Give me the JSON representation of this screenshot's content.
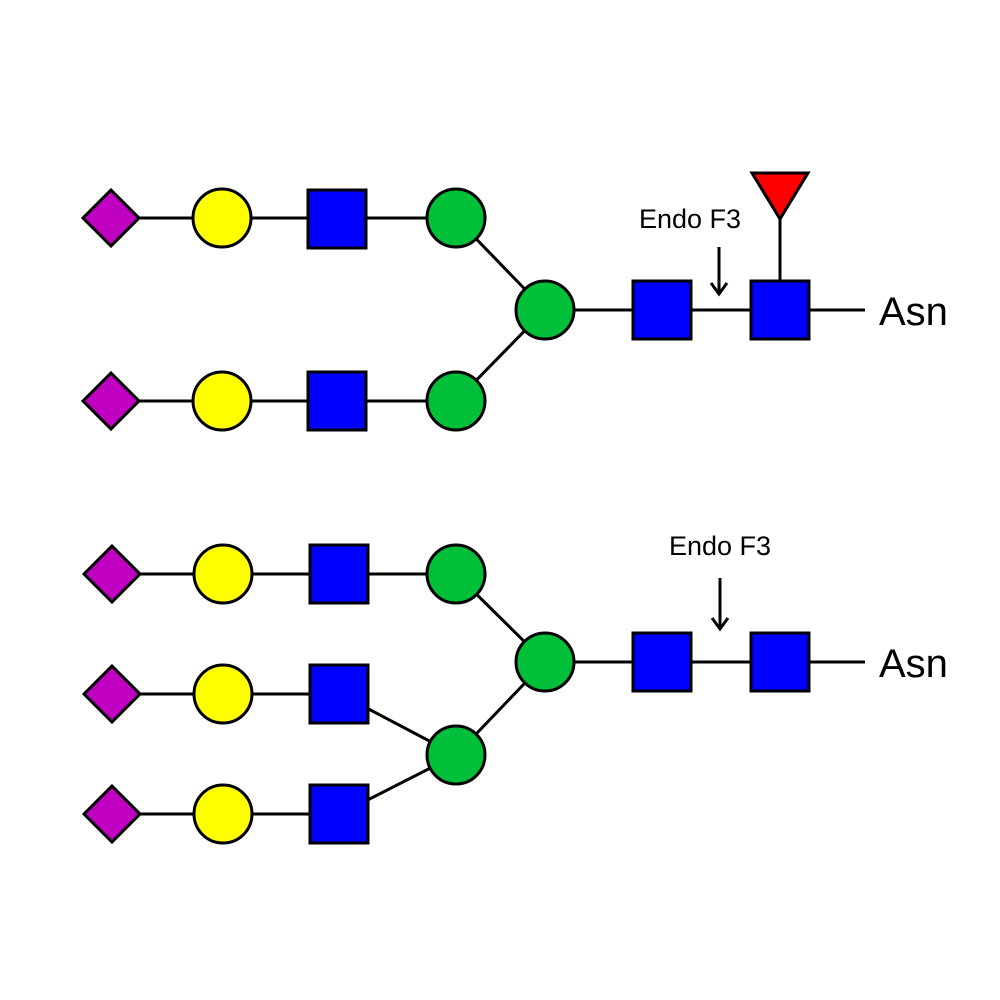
{
  "colors": {
    "sialic_acid": "#c000c0",
    "galactose": "#ffff00",
    "glcnac": "#0000ff",
    "mannose": "#00c03a",
    "fucose": "#ff0000",
    "line": "#000000",
    "background": "#ffffff"
  },
  "glycans": [
    {
      "enzyme_label": "Endo F3",
      "aglycone_label": "Asn",
      "core_fucose": true
    },
    {
      "enzyme_label": "Endo F3",
      "aglycone_label": "Asn",
      "core_fucose": false
    }
  ]
}
